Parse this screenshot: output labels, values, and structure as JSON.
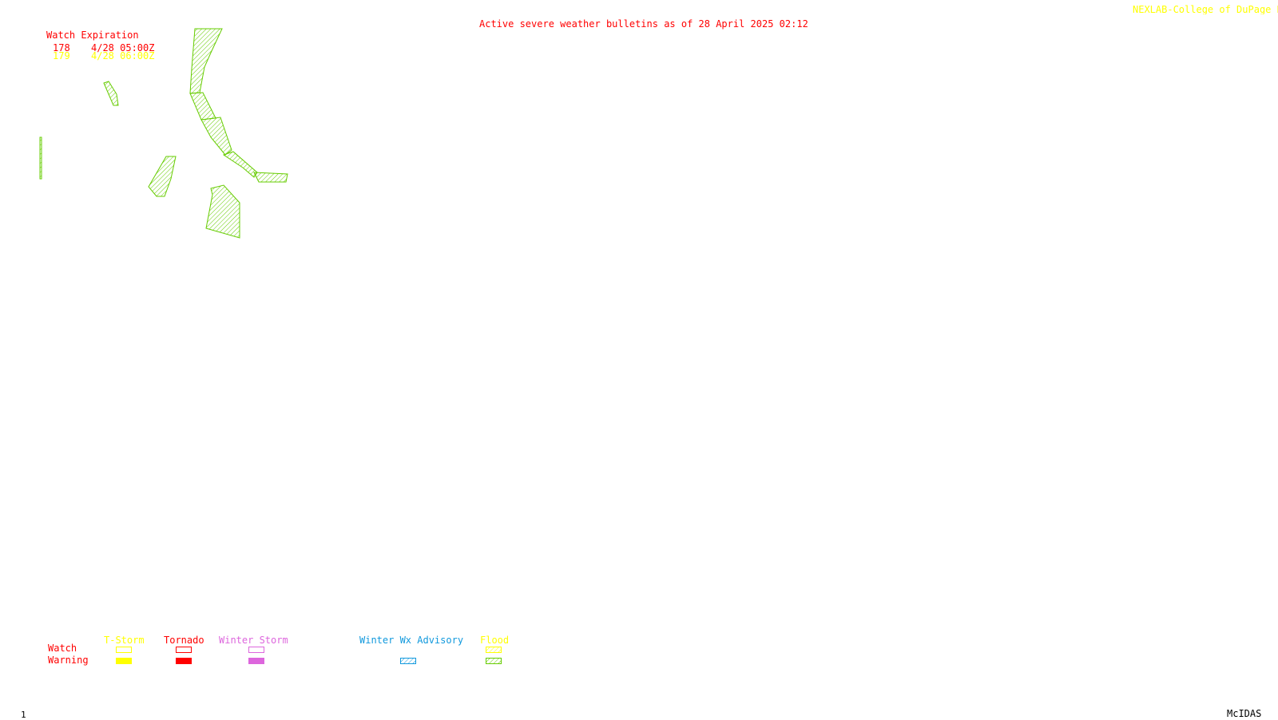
{
  "header": {
    "title": "Active severe weather bulletins as of 28 April 2025 02:12",
    "credit": "NEXLAB-College of DuPage R"
  },
  "watch_expiration": {
    "heading": "Watch Expiration",
    "items": [
      {
        "id": "178",
        "expires": "4/28 05:00Z",
        "color": "#ff0000"
      },
      {
        "id": "179",
        "expires": "4/28 06:00Z",
        "color": "#ffff00"
      }
    ]
  },
  "map": {
    "flood_warning_color": "#66cc00",
    "polygon_count_label": ""
  },
  "legend": {
    "row_labels": {
      "watch": "Watch",
      "warning": "Warning"
    },
    "categories": [
      {
        "key": "tstorm",
        "label": "T-Storm",
        "color": "#ffff00",
        "watch_style": "outline",
        "warning_style": "solid"
      },
      {
        "key": "tornado",
        "label": "Tornado",
        "color": "#ff0000",
        "watch_style": "outline",
        "warning_style": "solid"
      },
      {
        "key": "winter_storm",
        "label": "Winter Storm",
        "color": "#dd66dd",
        "watch_style": "outline",
        "warning_style": "solid"
      },
      {
        "key": "winter_wx_advisory",
        "label": "Winter Wx Advisory",
        "color": "#1199dd",
        "watch_style": "none",
        "warning_style": "hatched"
      },
      {
        "key": "flood",
        "label": "Flood",
        "color": "#ffff00",
        "warning_color": "#66cc00",
        "watch_style": "hatched",
        "warning_style": "hatched"
      }
    ]
  },
  "footer": {
    "frame_number": "1",
    "software": "McIDAS"
  }
}
